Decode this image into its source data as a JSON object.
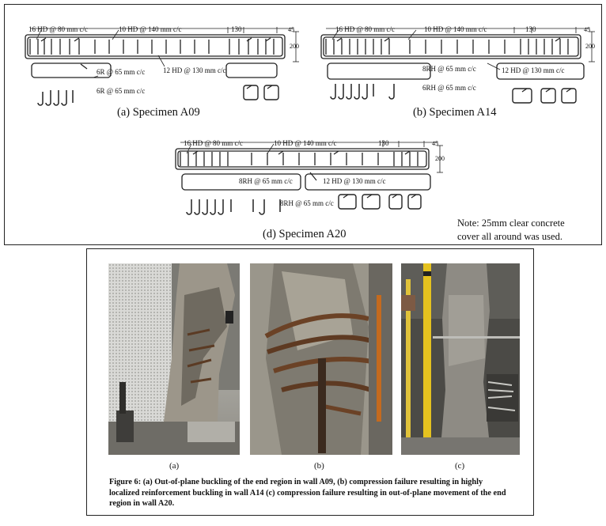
{
  "drawings": [
    {
      "caption": "(a) Specimen A09",
      "labels": {
        "end_bars": "16 HD @ 80 mm c/c",
        "web_bars": "10 HD @ 140 mm c/c",
        "dim_130": "130",
        "dim_45": "45",
        "height": "200",
        "long_ties": "12 HD @ 130 mm c/c",
        "hoop1": "6R @ 65 mm c/c",
        "hoop2": "6R @ 65 mm c/c"
      }
    },
    {
      "caption": "(b) Specimen A14",
      "labels": {
        "end_bars": "16 HD @ 80 mm c/c",
        "web_bars": "10 HD @ 140 mm c/c",
        "dim_130": "130",
        "dim_45": "45",
        "height": "200",
        "long_ties": "12 HD @ 130 mm c/c",
        "hoop1": "8RH @ 65 mm c/c",
        "hoop2": "6RH @ 65 mm c/c"
      }
    },
    {
      "caption": "(d) Specimen A20",
      "labels": {
        "end_bars": "16 HD @ 80 mm c/c",
        "web_bars": "10 HD @ 140 mm c/c",
        "dim_130": "130",
        "dim_45": "45",
        "height": "200",
        "long_ties": "12 HD @ 130 mm c/c",
        "hoop1": "8RH @ 65 mm c/c",
        "hoop2": "8RH @ 65 mm c/c"
      }
    }
  ],
  "note": {
    "line1": "Note:  25mm  clear  concrete",
    "line2": "cover all around was used."
  },
  "photos": [
    {
      "label": "(a)"
    },
    {
      "label": "(b)"
    },
    {
      "label": "(c)"
    }
  ],
  "figure_caption": "Figure 6: (a) Out-of-plane buckling of the end region in wall A09, (b) compression failure resulting in highly localized reinforcement buckling in wall A14 (c) compression failure resulting in out-of-plane movement of the end region in wall A20."
}
